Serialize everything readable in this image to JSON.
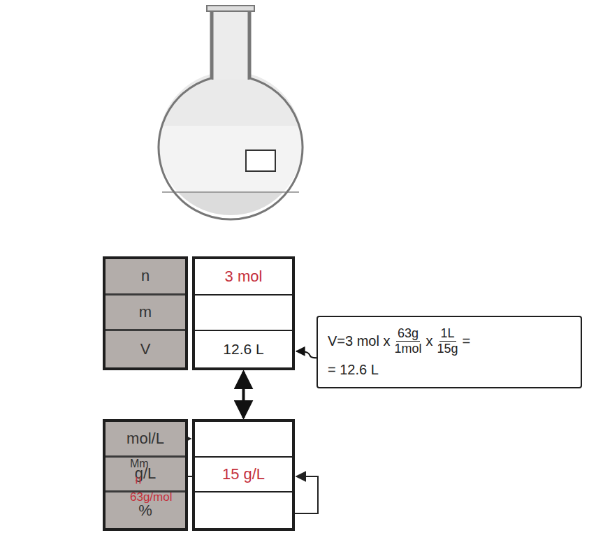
{
  "diagram": {
    "nodes": [
      {
        "text": [
          "n",
          "m",
          "V"
        ]
      },
      {
        "text": [
          "3 mol",
          "12.6 L"
        ]
      },
      {
        "text": [
          "V=3 mol x",
          "63g",
          "1mol",
          "x",
          "1L",
          "15g",
          "=",
          "= 12.6 L"
        ]
      },
      {
        "text": [
          "mol/L",
          "g/L",
          "%"
        ]
      },
      {
        "text": [
          "15 g/L"
        ]
      }
    ],
    "edges": [
      {
        "from": 1,
        "to": 4,
        "arrow": "both"
      },
      {
        "from": 2,
        "to": 1,
        "arrow": "to"
      }
    ],
    "labels": [
      "Mm",
      "=",
      "63g/mol"
    ]
  }
}
